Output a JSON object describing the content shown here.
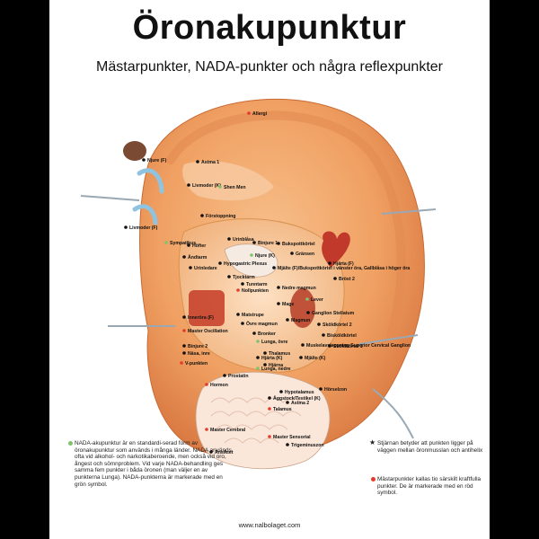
{
  "header": {
    "title": "Öronakupunktur",
    "subtitle": "Mästarpunkter, NADA-punkter och några reflexpunkter"
  },
  "points": [
    {
      "label": "Allergi",
      "kind": "master"
    },
    {
      "label": "Njure (F)",
      "kind": "normal"
    },
    {
      "label": "Astma 1",
      "kind": "normal"
    },
    {
      "label": "Livmoder (K)",
      "kind": "normal"
    },
    {
      "label": "Shen Men",
      "kind": "nada"
    },
    {
      "label": "Livmoder (F)",
      "kind": "normal"
    },
    {
      "label": "Förstoppning",
      "kind": "normal"
    },
    {
      "label": "Sympatikus",
      "kind": "nada"
    },
    {
      "label": "Höfter",
      "kind": "normal"
    },
    {
      "label": "Urinblåsa",
      "kind": "normal"
    },
    {
      "label": "Ändtarm",
      "kind": "normal"
    },
    {
      "label": "Urinledare",
      "kind": "normal"
    },
    {
      "label": "Binjure 1",
      "kind": "normal"
    },
    {
      "label": "Bukspottkörtel",
      "kind": "normal"
    },
    {
      "label": "Gränsen",
      "kind": "normal"
    },
    {
      "label": "Hypogastric Plexus",
      "kind": "normal"
    },
    {
      "label": "Tjocktarm",
      "kind": "normal"
    },
    {
      "label": "Njure (K)",
      "kind": "nada"
    },
    {
      "label": "Mjälte (F)/Bukspottkörtel i vänster öra, Gallblåsa i höger öra",
      "kind": "normal"
    },
    {
      "label": "Hjärta (F)",
      "kind": "normal"
    },
    {
      "label": "Tunntarm",
      "kind": "normal"
    },
    {
      "label": "Bröst 2",
      "kind": "normal"
    },
    {
      "label": "Mage",
      "kind": "normal"
    },
    {
      "label": "Nollpunkten",
      "kind": "master"
    },
    {
      "label": "Nedre magmun",
      "kind": "normal"
    },
    {
      "label": "Lever",
      "kind": "nada"
    },
    {
      "label": "Ganglion Stellatum",
      "kind": "normal"
    },
    {
      "label": "Sköldkörtel 2",
      "kind": "normal"
    },
    {
      "label": "Bisköldkörtel",
      "kind": "normal"
    },
    {
      "label": "Sköldkörtel 1",
      "kind": "normal"
    },
    {
      "label": "Inneröra (F)",
      "kind": "normal"
    },
    {
      "label": "Matstrupe",
      "kind": "normal"
    },
    {
      "label": "Övre magmun",
      "kind": "normal"
    },
    {
      "label": "Magmun",
      "kind": "normal"
    },
    {
      "label": "Master Oscillation",
      "kind": "master"
    },
    {
      "label": "Bronker",
      "kind": "normal"
    },
    {
      "label": "Lunga, övre",
      "kind": "nada"
    },
    {
      "label": "Muskelavslappning Superior Cervical Ganglion",
      "kind": "normal"
    },
    {
      "label": "Binjure 2",
      "kind": "normal"
    },
    {
      "label": "Näsa, inre",
      "kind": "normal"
    },
    {
      "label": "Hjärta (K)",
      "kind": "normal"
    },
    {
      "label": "Mjälte (K)",
      "kind": "normal"
    },
    {
      "label": "Hjärna",
      "kind": "normal"
    },
    {
      "label": "Thalamus",
      "kind": "normal"
    },
    {
      "label": "Lunga, nedre",
      "kind": "nada"
    },
    {
      "label": "V-punkten",
      "kind": "master"
    },
    {
      "label": "Prostatin",
      "kind": "normal"
    },
    {
      "label": "Hormon",
      "kind": "master"
    },
    {
      "label": "Talamus",
      "kind": "master"
    },
    {
      "label": "Hypotalamus",
      "kind": "normal"
    },
    {
      "label": "Hörselzon",
      "kind": "normal"
    },
    {
      "label": "Äggstock/Testikel (K)",
      "kind": "normal"
    },
    {
      "label": "Astma 2",
      "kind": "normal"
    },
    {
      "label": "Master Cerebral",
      "kind": "master"
    },
    {
      "label": "Master Sensorial",
      "kind": "master"
    },
    {
      "label": "Ansiktet",
      "kind": "normal"
    },
    {
      "label": "Trigeminuszon",
      "kind": "normal"
    }
  ],
  "footnotes": {
    "nada": "NADA-akupunktur är en standardi-serad form av öronakupunktur som används i många länder. NADA används ofta vid alkohol- och narkotikaberoende, men också vid oro, ångest och sömnproblem. Vid varje NADA-behandling ges samma fem punkter i båda öronen (man väljer en av punkterna Lunga). NADA-punkterna är markerade med en grön symbol.",
    "star": "Stjärnan betyder att punkten ligger på väggen mellan öronmusslan och antihelix",
    "master": "Mästarpunkter kallas tio särskilt kraftfulla punkter. De är markerade med en röd symbol."
  },
  "colors": {
    "master": "#e53b2a",
    "nada": "#7fc46a",
    "normal": "#111111",
    "skin": "#f2a36a",
    "skin_dark": "#d9753d"
  },
  "footer": {
    "url": "www.nalbolaget.com"
  }
}
